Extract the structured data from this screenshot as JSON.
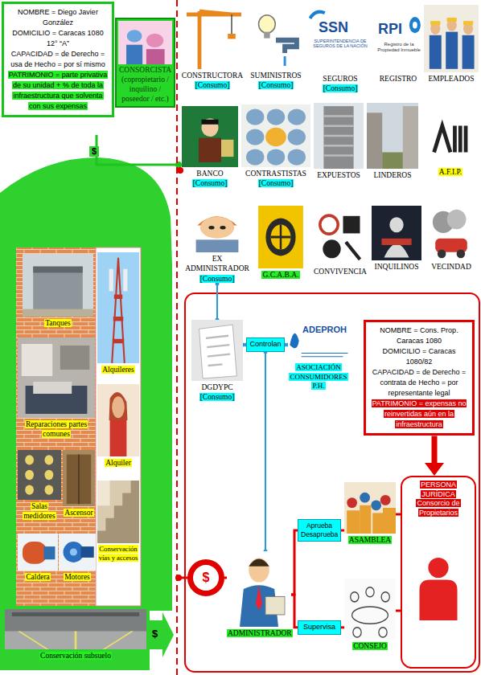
{
  "diagram": {
    "nodes": [
      {
        "text": [
          "NOMBRE = Diego Javier González",
          "DOMICILIO = Caracas 1080 12° “A”",
          "CAPACIDAD = de Derecho = usa de Hecho = por sí mismo",
          "PATRIMONIO = parte privativa de su unidad + % de toda la infraestructura que solventa con sus expensas"
        ]
      },
      {
        "text": [
          "CONSORCISTA",
          "(copropietario / inquilino / poseedor / etc.)"
        ]
      },
      {
        "text": [
          "Tanques"
        ]
      },
      {
        "text": [
          "Alquileres"
        ]
      },
      {
        "text": [
          "Reparaciones partes comunes"
        ]
      },
      {
        "text": [
          "Alquiler"
        ]
      },
      {
        "text": [
          "Salas medidores"
        ]
      },
      {
        "text": [
          "Ascensor"
        ]
      },
      {
        "text": [
          "Conservación vías y accesos"
        ]
      },
      {
        "text": [
          "Caldera"
        ]
      },
      {
        "text": [
          "Motores"
        ]
      },
      {
        "text": [
          "Conservación subsuelo"
        ]
      },
      {
        "text": [
          "CONSTRUCTORA",
          "[Consumo]"
        ]
      },
      {
        "text": [
          "SUMINISTROS",
          "[Consumo]"
        ]
      },
      {
        "text": [
          "SEGUROS",
          "[Consumo]"
        ]
      },
      {
        "text": [
          "REGISTRO"
        ]
      },
      {
        "text": [
          "EMPLEADOS"
        ]
      },
      {
        "text": [
          "BANCO",
          "[Consumo]"
        ]
      },
      {
        "text": [
          "CONTRASTISTAS",
          "[Consumo]"
        ]
      },
      {
        "text": [
          "EXPUESTOS"
        ]
      },
      {
        "text": [
          "LINDEROS"
        ]
      },
      {
        "text": [
          "A.F.I.P."
        ]
      },
      {
        "text": [
          "EX ADMINISTRADOR",
          "[Consumo]"
        ]
      },
      {
        "text": [
          "G.C.A.B.A."
        ]
      },
      {
        "text": [
          "CONVIVENCIA"
        ]
      },
      {
        "text": [
          "INQUILINOS"
        ]
      },
      {
        "text": [
          "VECINDAD"
        ]
      },
      {
        "text": [
          "DGDYPC",
          "[Consumo]"
        ]
      },
      {
        "text": [
          "Controlan"
        ]
      },
      {
        "text": [
          "ASOCIACIÓN CONSUMIDORES P.H."
        ]
      },
      {
        "text": [
          "NOMBRE = Cons. Prop. Caracas 1080",
          "DOMICILIO = Caracas 1080/82",
          "CAPACIDAD = de Derecho = contrata de Hecho = por representante legal",
          "PATRIMONIO = expensas no reinvertidas aún en la infraestructura"
        ]
      },
      {
        "text": [
          "PERSONA JURÍDICA",
          "Consorcio de Propietarios"
        ]
      },
      {
        "text": [
          "Aprueba Desaprueba"
        ]
      },
      {
        "text": [
          "ASAMBLEA"
        ]
      },
      {
        "text": [
          "$"
        ]
      },
      {
        "text": [
          "ADMINISTRADOR"
        ]
      },
      {
        "text": [
          "Supervisa"
        ]
      },
      {
        "text": [
          "CONSEJO"
        ]
      }
    ],
    "edges": [
      {
        "from": 22,
        "to": 27,
        "arrow": "none"
      },
      {
        "from": 28,
        "to": 27,
        "arrow": "none"
      },
      {
        "from": 28,
        "to": 29,
        "arrow": "none"
      },
      {
        "from": 28,
        "to": 35,
        "arrow": "none"
      },
      {
        "from": 30,
        "to": 31,
        "arrow": "to"
      },
      {
        "from": 34,
        "to": 35,
        "arrow": "none"
      },
      {
        "from": 35,
        "to": 32,
        "arrow": "none"
      },
      {
        "from": 35,
        "to": 36,
        "arrow": "none"
      },
      {
        "from": 32,
        "to": 33,
        "arrow": "none"
      },
      {
        "from": 36,
        "to": 37,
        "arrow": "none"
      },
      {
        "from": 33,
        "to": 31,
        "arrow": "none"
      },
      {
        "from": 37,
        "to": 31,
        "arrow": "none"
      }
    ],
    "labels": [
      "$",
      "$",
      "SSN",
      "SUPERINTENDENCIA DE SEGUROS DE LA NACIÓN",
      "RPI",
      "Registro de la Propiedad Inmueble",
      "ADEPROH"
    ]
  }
}
